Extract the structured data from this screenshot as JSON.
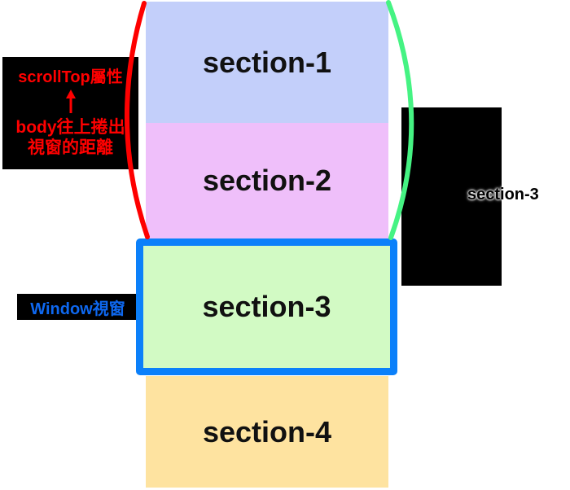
{
  "diagram": {
    "sections": [
      {
        "label": "section-1",
        "color": "#c3cffa"
      },
      {
        "label": "section-2",
        "color": "#efbffa"
      },
      {
        "label": "section-3",
        "color": "#d2fac4"
      },
      {
        "label": "section-4",
        "color": "#fee3a0"
      }
    ],
    "viewport_box": {
      "border_color": "#0b80fa"
    },
    "scrolltop_label": {
      "line1": "scrollTop屬性",
      "arrow": "↑",
      "line2": "body往上捲出",
      "line3": "視窗的距離",
      "text_color": "#ff0000",
      "background": "#000000"
    },
    "window_label": {
      "text": "Window視窗",
      "text_color": "#0e68f0",
      "background": "#000000"
    },
    "offsettop_label": {
      "text": "section-3",
      "text_color": "#000000",
      "outline_color": "#ffffff",
      "background": "#000000"
    },
    "braces": {
      "left_color": "#fe0000",
      "right_color": "#45f383"
    }
  }
}
